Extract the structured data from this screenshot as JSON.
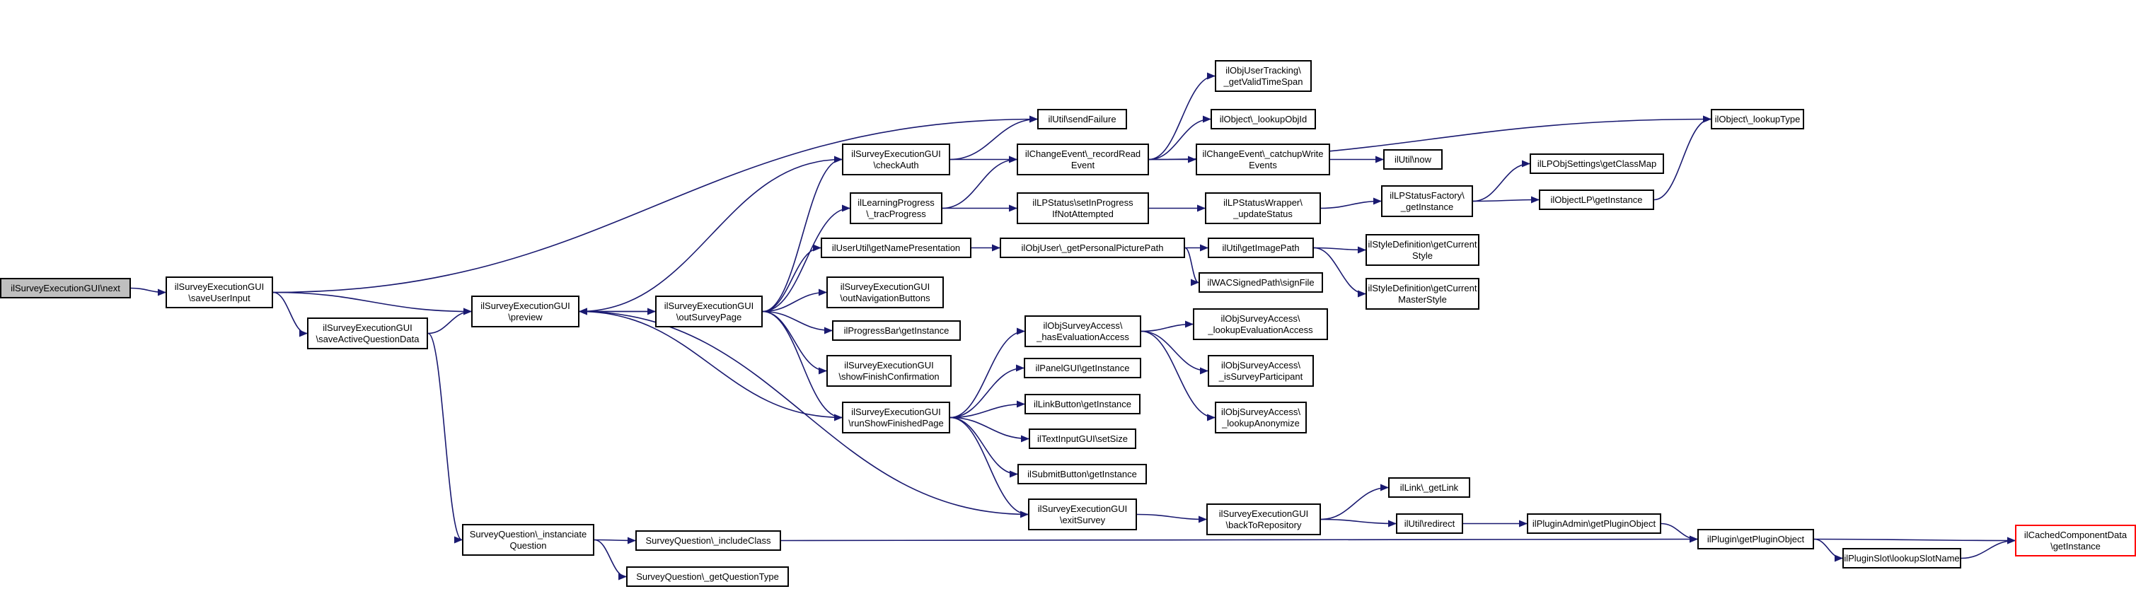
{
  "colors": {
    "edge": "#191970",
    "node_border": "#000000",
    "root_fill": "#bfbfbf",
    "truncated_border": "#ff0000"
  },
  "nodes": [
    {
      "id": "n0",
      "lines": [
        "ilSurveyExecutionGUI\\next"
      ]
    },
    {
      "id": "n1",
      "lines": [
        "ilSurveyExecutionGUI",
        "\\saveUserInput"
      ]
    },
    {
      "id": "n2",
      "lines": [
        "ilSurveyExecutionGUI",
        "\\preview"
      ]
    },
    {
      "id": "n3",
      "lines": [
        "ilSurveyExecutionGUI",
        "\\saveActiveQuestionData"
      ]
    },
    {
      "id": "n4",
      "lines": [
        "ilUtil\\sendFailure"
      ]
    },
    {
      "id": "n5",
      "lines": [
        "ilObject\\_lookupType"
      ]
    },
    {
      "id": "n6",
      "lines": [
        "ilSurveyExecutionGUI",
        "\\outSurveyPage"
      ]
    },
    {
      "id": "n7",
      "lines": [
        "SurveyQuestion\\_instanciate",
        "Question"
      ]
    },
    {
      "id": "n8",
      "lines": [
        "SurveyQuestion\\_includeClass"
      ]
    },
    {
      "id": "n9",
      "lines": [
        "SurveyQuestion\\_getQuestionType"
      ]
    },
    {
      "id": "n10",
      "lines": [
        "ilPlugin\\getPluginObject"
      ]
    },
    {
      "id": "n11",
      "lines": [
        "ilCachedComponentData",
        "\\getInstance"
      ]
    },
    {
      "id": "n12",
      "lines": [
        "ilPluginSlot\\lookupSlotName"
      ]
    },
    {
      "id": "n13",
      "lines": [
        "ilSurveyExecutionGUI",
        "\\checkAuth"
      ]
    },
    {
      "id": "n14",
      "lines": [
        "ilLearningProgress",
        "\\_tracProgress"
      ]
    },
    {
      "id": "n15",
      "lines": [
        "ilChangeEvent\\_recordRead",
        "Event"
      ]
    },
    {
      "id": "n16",
      "lines": [
        "ilObjUserTracking\\",
        "_getValidTimeSpan"
      ]
    },
    {
      "id": "n17",
      "lines": [
        "ilObject\\_lookupObjId"
      ]
    },
    {
      "id": "n18",
      "lines": [
        "ilChangeEvent\\_catchupWrite",
        "Events"
      ]
    },
    {
      "id": "n19",
      "lines": [
        "ilUtil\\now"
      ]
    },
    {
      "id": "n20",
      "lines": [
        "ilLPStatus\\setInProgress",
        "IfNotAttempted"
      ]
    },
    {
      "id": "n21",
      "lines": [
        "ilLPStatusWrapper\\",
        "_updateStatus"
      ]
    },
    {
      "id": "n22",
      "lines": [
        "ilLPStatusFactory\\",
        "_getInstance"
      ]
    },
    {
      "id": "n23",
      "lines": [
        "ilLPObjSettings\\getClassMap"
      ]
    },
    {
      "id": "n24",
      "lines": [
        "ilObjectLP\\getInstance"
      ]
    },
    {
      "id": "n25",
      "lines": [
        "ilUserUtil\\getNamePresentation"
      ]
    },
    {
      "id": "n26",
      "lines": [
        "ilObjUser\\_getPersonalPicturePath"
      ]
    },
    {
      "id": "n27",
      "lines": [
        "ilUtil\\getImagePath"
      ]
    },
    {
      "id": "n28",
      "lines": [
        "ilStyleDefinition\\getCurrent",
        "Style"
      ]
    },
    {
      "id": "n29",
      "lines": [
        "ilStyleDefinition\\getCurrent",
        "MasterStyle"
      ]
    },
    {
      "id": "n30",
      "lines": [
        "ilWACSignedPath\\signFile"
      ]
    },
    {
      "id": "n31",
      "lines": [
        "ilSurveyExecutionGUI",
        "\\outNavigationButtons"
      ]
    },
    {
      "id": "n32",
      "lines": [
        "ilProgressBar\\getInstance"
      ]
    },
    {
      "id": "n33",
      "lines": [
        "ilSurveyExecutionGUI",
        "\\showFinishConfirmation"
      ]
    },
    {
      "id": "n34",
      "lines": [
        "ilSurveyExecutionGUI",
        "\\runShowFinishedPage"
      ]
    },
    {
      "id": "n35",
      "lines": [
        "ilObjSurveyAccess\\",
        "_hasEvaluationAccess"
      ]
    },
    {
      "id": "n36",
      "lines": [
        "ilObjSurveyAccess\\",
        "_lookupEvaluationAccess"
      ]
    },
    {
      "id": "n37",
      "lines": [
        "ilObjSurveyAccess\\",
        "_isSurveyParticipant"
      ]
    },
    {
      "id": "n38",
      "lines": [
        "ilObjSurveyAccess\\",
        "_lookupAnonymize"
      ]
    },
    {
      "id": "n39",
      "lines": [
        "ilPanelGUI\\getInstance"
      ]
    },
    {
      "id": "n40",
      "lines": [
        "ilLinkButton\\getInstance"
      ]
    },
    {
      "id": "n41",
      "lines": [
        "ilTextInputGUI\\setSize"
      ]
    },
    {
      "id": "n42",
      "lines": [
        "ilSubmitButton\\getInstance"
      ]
    },
    {
      "id": "n43",
      "lines": [
        "ilSurveyExecutionGUI",
        "\\exitSurvey"
      ]
    },
    {
      "id": "n44",
      "lines": [
        "ilSurveyExecutionGUI",
        "\\backToRepository"
      ]
    },
    {
      "id": "n45",
      "lines": [
        "ilLink\\_getLink"
      ]
    },
    {
      "id": "n46",
      "lines": [
        "ilUtil\\redirect"
      ]
    },
    {
      "id": "n47",
      "lines": [
        "ilPluginAdmin\\getPluginObject"
      ]
    }
  ]
}
